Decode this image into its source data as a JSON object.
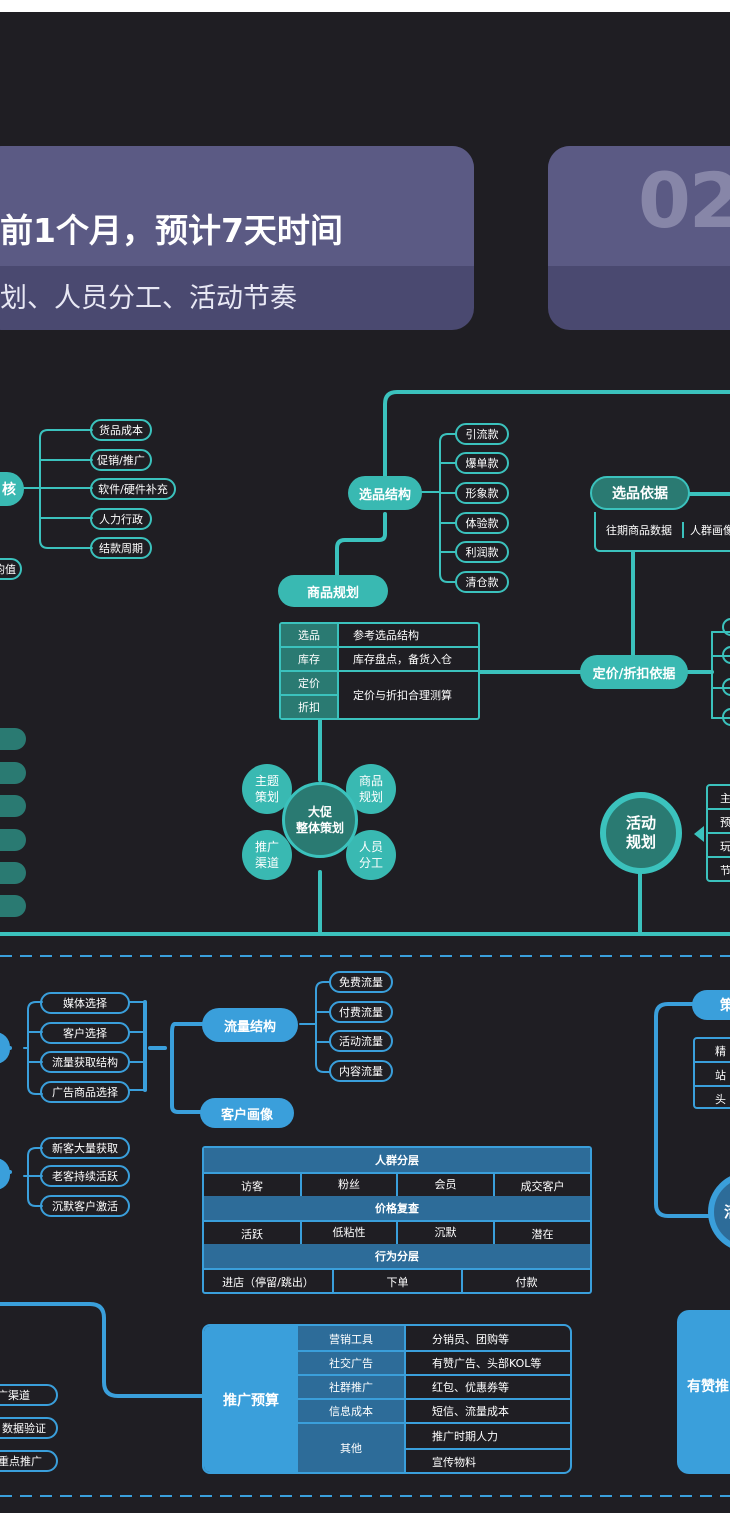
{
  "header": {
    "banner_title": "前1个月，预计7天时间",
    "banner_subtitle": "划、人员分工、活动节奏",
    "right_card_number": "02"
  },
  "top_section": {
    "left_partial_node": "核",
    "left_partial_value": "均值",
    "left_items": [
      "货品成本",
      "促销/推广",
      "软件/硬件补充",
      "人力行政",
      "结款周期"
    ],
    "selection_structure": {
      "label": "选品结构",
      "items": [
        "引流款",
        "爆单款",
        "形象款",
        "体验款",
        "利润款",
        "清仓款"
      ]
    },
    "product_plan": {
      "label": "商品规划",
      "rows": [
        {
          "key": "选品",
          "value": "参考选品结构"
        },
        {
          "key": "库存",
          "value": "库存盘点，备货入仓"
        },
        {
          "key": "定价",
          "value": "定价与折扣合理测算"
        },
        {
          "key": "折扣",
          "value": ""
        }
      ]
    },
    "selection_basis": {
      "label": "选品依据",
      "item1": "往期商品数据",
      "item2": "人群画像"
    },
    "pricing_basis": "定价/折扣依据",
    "flower": {
      "center": "大促\n整体策划",
      "petals": [
        "主题\n策划",
        "商品\n规划",
        "推广\n渠道",
        "人员\n分工"
      ]
    },
    "activity_plan": {
      "label": "活动\n规划",
      "items": [
        "主",
        "预",
        "玩",
        "节"
      ]
    }
  },
  "bottom_section": {
    "left_items_a": [
      "媒体选择",
      "客户选择",
      "流量获取结构",
      "广告商品选择"
    ],
    "left_items_b": [
      "新客大量获取",
      "老客持续活跃",
      "沉默客户激活"
    ],
    "traffic_structure": {
      "label": "流量结构",
      "items": [
        "免费流量",
        "付费流量",
        "活动流量",
        "内容流量"
      ]
    },
    "customer_profile": {
      "label": "客户画像",
      "crowd_title": "人群分层",
      "crowd_items": [
        "访客",
        "粉丝",
        "会员",
        "成交客户"
      ],
      "value_title": "价格复查",
      "value_items": [
        "活跃",
        "低粘性",
        "沉默",
        "潜在"
      ],
      "behavior_title": "行为分层",
      "behavior_items": [
        "进店（停留/跳出）",
        "下单",
        "付款"
      ]
    },
    "right_partial": {
      "label": "策",
      "items": [
        "精",
        "站",
        "头"
      ],
      "circle": "活"
    },
    "left_channel_items": [
      "广渠道",
      "数据验证",
      "重点推广"
    ],
    "budget": {
      "label": "推广预算",
      "rows": [
        {
          "key": "营销工具",
          "value": "分销员、团购等"
        },
        {
          "key": "社交广告",
          "value": "有赞广告、头部KOL等"
        },
        {
          "key": "社群推广",
          "value": "红包、优惠券等"
        },
        {
          "key": "信息成本",
          "value": "短信、流量成本"
        },
        {
          "key": "其他",
          "value": "推广时期人力"
        },
        {
          "key": "",
          "value": "宣传物料"
        }
      ]
    },
    "youzan_partial": "有赞推"
  }
}
